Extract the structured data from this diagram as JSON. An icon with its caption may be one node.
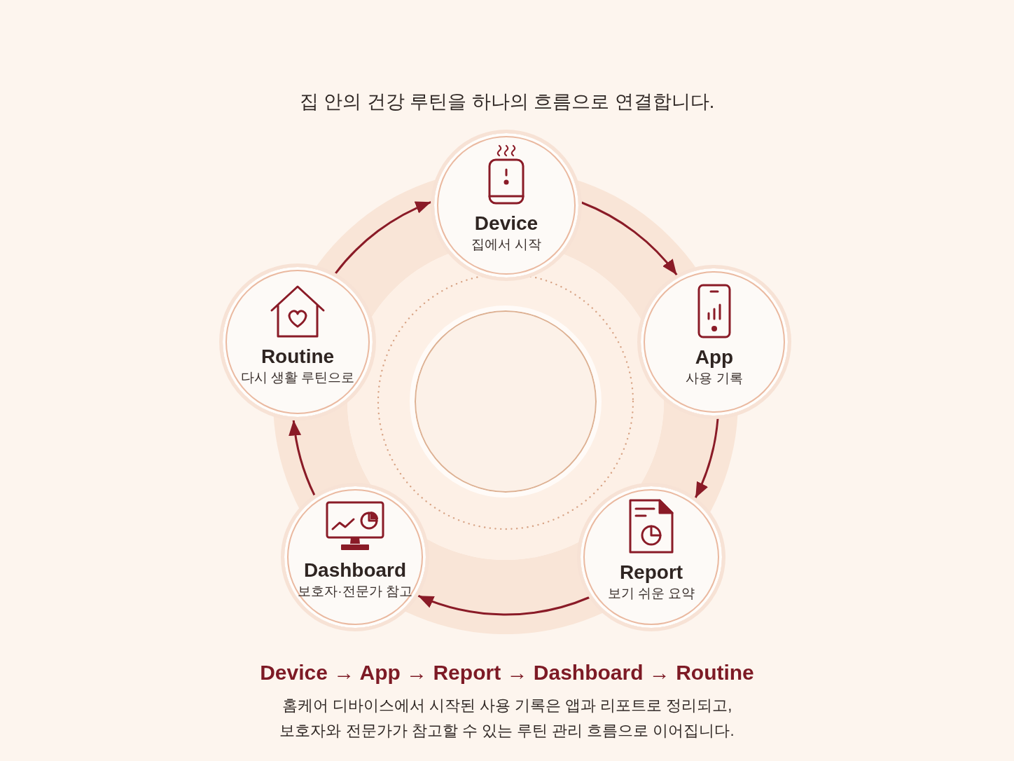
{
  "diagram": {
    "nodes": [
      {
        "text": [
          "Device",
          "집에서 시작"
        ]
      },
      {
        "text": [
          "App",
          "사용 기록"
        ]
      },
      {
        "text": [
          "Report",
          "보기 쉬운 요약"
        ]
      },
      {
        "text": [
          "Dashboard",
          "보호자·전문가 참고"
        ]
      },
      {
        "text": [
          "Routine",
          "다시 생활 루틴으로"
        ]
      },
      {
        "text": [],
        "shape": "circle"
      }
    ],
    "edges": [
      {
        "from": 0,
        "to": 1,
        "arrow": "to"
      },
      {
        "from": 1,
        "to": 2,
        "arrow": "to"
      },
      {
        "from": 2,
        "to": 3,
        "arrow": "to"
      },
      {
        "from": 3,
        "to": 4,
        "arrow": "to"
      },
      {
        "from": 4,
        "to": 0,
        "arrow": "to"
      }
    ],
    "labels": [
      "집 안의 건강 루틴을 하나의 흐름으로 연결합니다.",
      "Device → App → Report → Dashboard → Routine",
      "홈케어 디바이스에서 시작된 사용 기록은 앱과 리포트로 정리되고, 보호자와 전문가가 참고할 수 있는 루틴 관리 흐름으로 이어집니다."
    ]
  }
}
